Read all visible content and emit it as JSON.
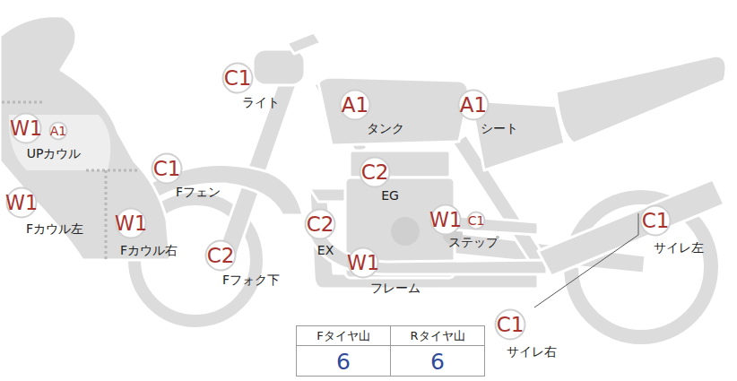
{
  "diagram": {
    "nodes": [
      {
        "text": [
          "C1",
          "ライト"
        ]
      },
      {
        "text": [
          "W1",
          "UPカウル"
        ]
      },
      {
        "text": [
          "A1"
        ]
      },
      {
        "text": [
          "A1",
          "タンク"
        ]
      },
      {
        "text": [
          "A1",
          "シート"
        ]
      },
      {
        "text": [
          "C1",
          "Fフェン"
        ]
      },
      {
        "text": [
          "C2",
          "EG"
        ]
      },
      {
        "text": [
          "W1",
          "Fカウル左"
        ]
      },
      {
        "text": [
          "W1",
          "Fカウル右"
        ]
      },
      {
        "text": [
          "C2",
          "EX"
        ]
      },
      {
        "text": [
          "W1",
          "ステップ"
        ]
      },
      {
        "text": [
          "C1"
        ]
      },
      {
        "text": [
          "C1",
          "サイレ左"
        ]
      },
      {
        "text": [
          "C2",
          "Fフォク下"
        ]
      },
      {
        "text": [
          "W1",
          "フレーム"
        ]
      },
      {
        "text": [
          "C1",
          "サイレ右"
        ]
      }
    ],
    "labels": [
      "Fタイヤ山",
      "Rタイヤ山",
      "6",
      "6"
    ]
  }
}
